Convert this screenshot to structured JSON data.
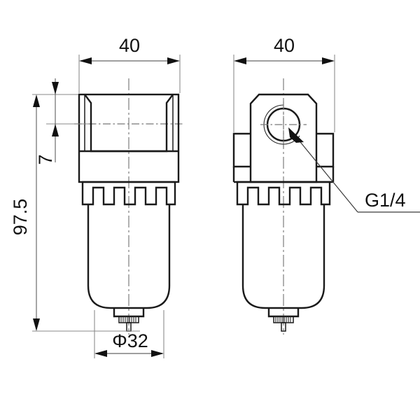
{
  "drawing": {
    "title": "Pneumatic air filter dimensional drawing",
    "views": [
      {
        "name": "front-view",
        "label": ""
      },
      {
        "name": "side-view",
        "label": ""
      }
    ],
    "dimensions": {
      "front_width": "40",
      "side_width": "40",
      "total_height": "97.5",
      "top_offset": "7",
      "bowl_diameter": "Φ32"
    },
    "callouts": {
      "port_thread": "G1/4"
    },
    "units": "mm",
    "colors": {
      "outline": "#1a1a1a",
      "dimension": "#666666",
      "centerline": "#777777",
      "background": "#ffffff"
    }
  }
}
